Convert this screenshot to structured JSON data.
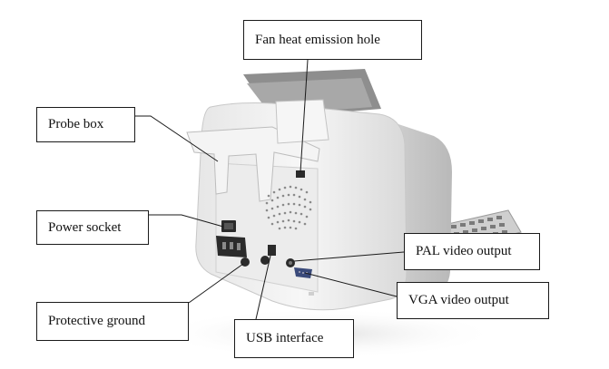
{
  "labels": {
    "fan_heat_emission_hole": "Fan heat emission hole",
    "probe_box": "Probe box",
    "power_socket": "Power socket",
    "pal_video_output": "PAL video output",
    "vga_video_output": "VGA video output",
    "protective_ground": "Protective ground",
    "usb_interface": "USB interface"
  },
  "colors": {
    "device_body": "#f1f1f1",
    "device_shadow": "#cfcfcf",
    "handle": "#8e8e8e",
    "port": "#2b2b2b",
    "leader_line": "#1a1a1a"
  }
}
